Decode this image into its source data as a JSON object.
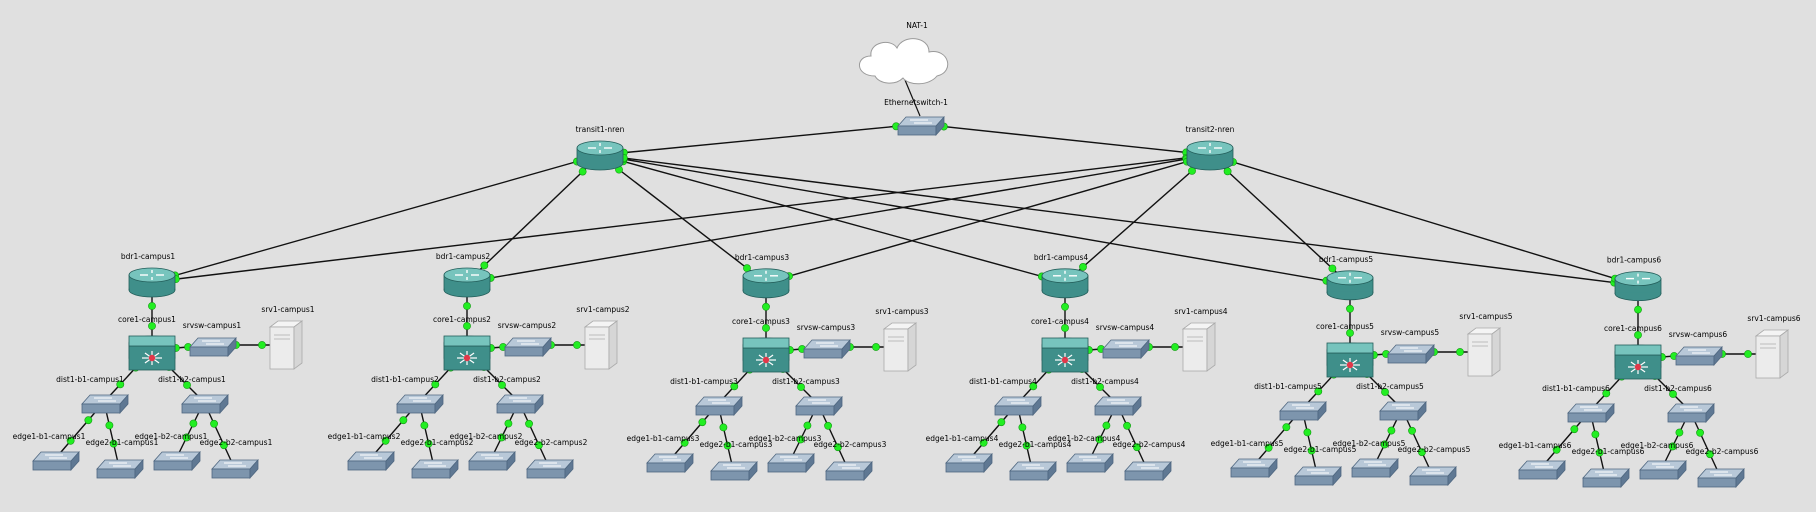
{
  "colors": {
    "background": "#e0e0e0",
    "router_body": "#3f8f8a",
    "router_top": "#77c4bd",
    "switch_body": "#7d95ad",
    "switch_top": "#b8c8d8",
    "link": "#111111",
    "port_up": "#22ee22",
    "core_accent": "#e0384a"
  },
  "cloud": {
    "label": "NAT-1",
    "icon": "cloud-icon"
  },
  "ethernet_switch": {
    "label": "Ethernetswitch-1",
    "icon": "switch-icon"
  },
  "transits": [
    {
      "id": "t1",
      "label": "transit1-nren",
      "icon": "router-icon"
    },
    {
      "id": "t2",
      "label": "transit2-nren",
      "icon": "router-icon"
    }
  ],
  "campuses": [
    {
      "bdr": "bdr1-campus1",
      "core": "core1-campus1",
      "srvsw": "srvsw-campus1",
      "srv": "srv1-campus1",
      "dist1": "dist1-b1-campus1",
      "dist2": "dist1-b2-campus1",
      "e11": "edge1-b1-campus1",
      "e21": "edge2-b1-campus1",
      "e12": "edge1-b2-campus1",
      "e22": "edge2-b2-campus1"
    },
    {
      "bdr": "bdr1-campus2",
      "core": "core1-campus2",
      "srvsw": "srvsw-campus2",
      "srv": "srv1-campus2",
      "dist1": "dist1-b1-campus2",
      "dist2": "dist1-b2-campus2",
      "e11": "edge1-b1-campus2",
      "e21": "edge2-b1-campus2",
      "e12": "edge1-b2-campus2",
      "e22": "edge2-b2-campus2"
    },
    {
      "bdr": "bdr1-campus3",
      "core": "core1-campus3",
      "srvsw": "srvsw-campus3",
      "srv": "srv1-campus3",
      "dist1": "dist1-b1-campus3",
      "dist2": "dist1-b2-campus3",
      "e11": "edge1-b1-campus3",
      "e21": "edge2-b1-campus3",
      "e12": "edge1-b2-campus3",
      "e22": "edge2-b2-campus3"
    },
    {
      "bdr": "bdr1-campus4",
      "core": "core1-campus4",
      "srvsw": "srvsw-campus4",
      "srv": "srv1-campus4",
      "dist1": "dist1-b1-campus4",
      "dist2": "dist1-b2-campus4",
      "e11": "edge1-b1-campus4",
      "e21": "edge2-b1-campus4",
      "e12": "edge1-b2-campus4",
      "e22": "edge2-b2-campus4"
    },
    {
      "bdr": "bdr1-campus5",
      "core": "core1-campus5",
      "srvsw": "srvsw-campus5",
      "srv": "srv1-campus5",
      "dist1": "dist1-b1-campus5",
      "dist2": "dist1-b2-campus5",
      "e11": "edge1-b1-campus5",
      "e21": "edge2-b1-campus5",
      "e12": "edge1-b2-campus5",
      "e22": "edge2-b2-campus5"
    },
    {
      "bdr": "bdr1-campus6",
      "core": "core1-campus6",
      "srvsw": "srvsw-campus6",
      "srv": "srv1-campus6",
      "dist1": "dist1-b1-campus6",
      "dist2": "dist1-b2-campus6",
      "e11": "edge1-b1-campus6",
      "e21": "edge2-b1-campus6",
      "e12": "edge1-b2-campus6",
      "e22": "edge2-b2-campus6"
    }
  ]
}
